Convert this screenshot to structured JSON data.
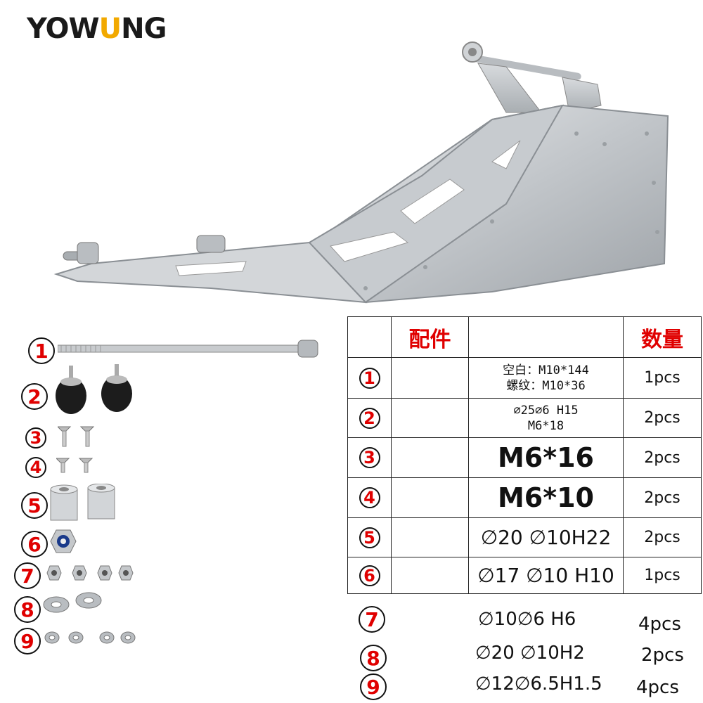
{
  "brand": {
    "prefix": "YOW",
    "accent": "U",
    "suffix": "NG",
    "accent_color": "#f2a900"
  },
  "table": {
    "header_part": "配件",
    "header_qty": "数量",
    "rows": [
      {
        "num": "1",
        "spec_line1": "空白：M10*144",
        "spec_line2": "螺纹：M10*36",
        "qty": "1pcs"
      },
      {
        "num": "2",
        "spec_line1": "∅25∅6 H15",
        "spec_line2": "M6*18",
        "qty": "2pcs"
      },
      {
        "num": "3",
        "spec": "M6*16",
        "qty": "2pcs"
      },
      {
        "num": "4",
        "spec": "M6*10",
        "qty": "2pcs"
      },
      {
        "num": "5",
        "spec": "∅20 ∅10H22",
        "qty": "2pcs"
      },
      {
        "num": "6",
        "spec": "∅17 ∅10 H10",
        "qty": "1pcs"
      }
    ]
  },
  "extra_rows": [
    {
      "num": "7",
      "spec": "∅10∅6  H6",
      "qty": "4pcs"
    },
    {
      "num": "8",
      "spec": "∅20 ∅10H2",
      "qty": "2pcs"
    },
    {
      "num": "9",
      "spec": "∅12∅6.5H1.5",
      "qty": "4pcs"
    }
  ],
  "parts": [
    "1",
    "2",
    "3",
    "4",
    "5",
    "6",
    "7",
    "8",
    "9"
  ],
  "colors": {
    "accent_red": "#e00000",
    "metal": "#c9cccf",
    "metal_dark": "#8c9094",
    "rubber": "#1c1c1c"
  }
}
